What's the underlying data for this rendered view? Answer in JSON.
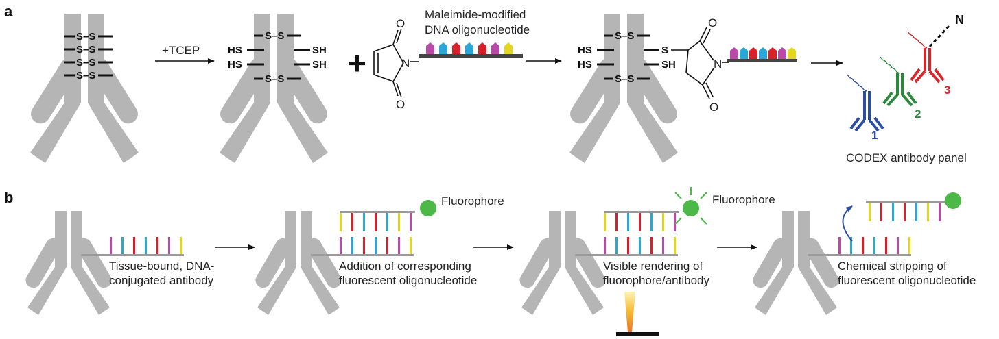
{
  "panel_labels": {
    "a": "a",
    "b": "b"
  },
  "panel_a": {
    "reagent": "+TCEP",
    "ss": "S–S",
    "hs": "HS",
    "sh": "SH",
    "s": "S",
    "plus": "+",
    "maleimide_title_line1": "Maleimide-modified",
    "maleimide_title_line2": "DNA oligonucleotide",
    "atom_o": "O",
    "atom_n": "N",
    "panel_n": "N",
    "panel_numbers": [
      "1",
      "2",
      "3"
    ],
    "panel_caption": "CODEX antibody panel"
  },
  "panel_b": {
    "step1_line1": "Tissue-bound, DNA-",
    "step1_line2": "conjugated antibody",
    "step2_line1": "Addition of corresponding",
    "step2_line2": "fluorescent oligonucleotide",
    "step3_line1": "Visible rendering of",
    "step3_line2": "fluorophore/antibody",
    "step4_line1": "Chemical stripping of",
    "step4_line2": "fluorescent oligonucleotide",
    "fluorophore": "Fluorophore"
  },
  "colors": {
    "antibody_gray": "#b5b5b5",
    "backbone_gray": "#9a9a9a",
    "base_magenta": "#b84aa8",
    "base_blue": "#2aa7d6",
    "base_red": "#d8202a",
    "base_yellow": "#e3d71e",
    "fluorophore_green": "#4cb847",
    "panel_blue": "#2b4da3",
    "panel_green": "#2a8a3c",
    "panel_red": "#d8262a"
  }
}
